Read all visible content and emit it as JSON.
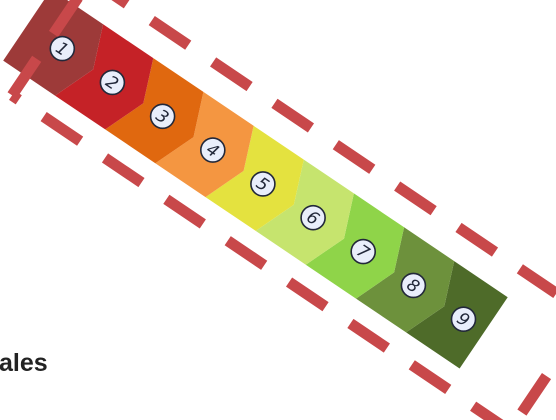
{
  "diagram": {
    "steps": [
      {
        "label": "1",
        "color": "#9d3a39"
      },
      {
        "label": "2",
        "color": "#c52227"
      },
      {
        "label": "3",
        "color": "#e0680f"
      },
      {
        "label": "4",
        "color": "#f49641"
      },
      {
        "label": "5",
        "color": "#e4e23f"
      },
      {
        "label": "6",
        "color": "#c6e46e"
      },
      {
        "label": "7",
        "color": "#8fd449"
      },
      {
        "label": "8",
        "color": "#6d913c"
      },
      {
        "label": "9",
        "color": "#4e6b29"
      }
    ],
    "outline_color": "#c8484a",
    "badge_fill": "#e9eefb",
    "badge_stroke": "#22283a"
  },
  "partial_text": "ales"
}
